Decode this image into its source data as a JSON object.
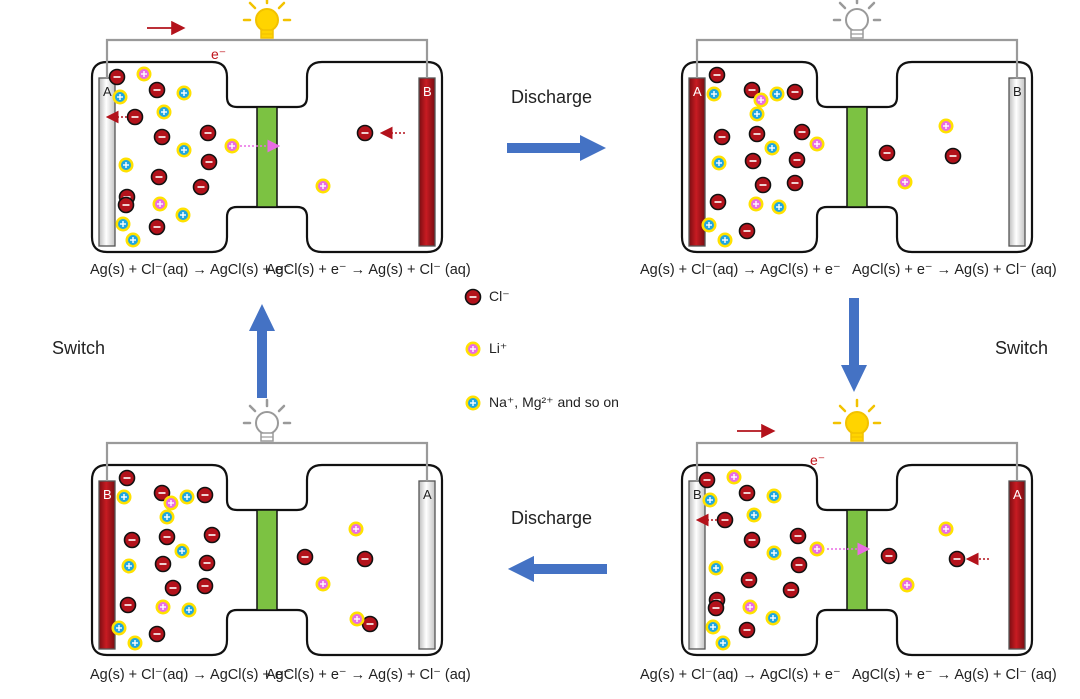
{
  "labels": {
    "discharge_top": "Discharge",
    "discharge_bottom": "Discharge",
    "switch_left": "Switch",
    "switch_right": "Switch"
  },
  "equation": {
    "oxidation": "Ag(s) + Cl⁻(aq) → AgCl(s) + e⁻",
    "reduction": "AgCl(s) + e⁻ → Ag(s) + Cl⁻ (aq)"
  },
  "electron_label": "e⁻",
  "legend": {
    "chloride": "Cl⁻",
    "lithium": "Li⁺",
    "others": "Na⁺, Mg²⁺ and so on"
  },
  "cells": [
    {
      "id": "top-left",
      "left_electrode": "A",
      "right_electrode": "B",
      "left_color": "white",
      "right_color": "red",
      "bulb_on": true,
      "current": "right"
    },
    {
      "id": "top-right",
      "left_electrode": "A",
      "right_electrode": "B",
      "left_color": "red",
      "right_color": "white",
      "bulb_on": false,
      "current": "none"
    },
    {
      "id": "bottom-right",
      "left_electrode": "B",
      "right_electrode": "A",
      "left_color": "white",
      "right_color": "red",
      "bulb_on": true,
      "current": "right"
    },
    {
      "id": "bottom-left",
      "left_electrode": "B",
      "right_electrode": "A",
      "left_color": "red",
      "right_color": "white",
      "bulb_on": false,
      "current": "none"
    }
  ],
  "colors": {
    "chloride": "#b3121b",
    "lithium": "#ffe100",
    "lithium_core": "#e96ce3",
    "sodium": "#ffe100",
    "sodium_core": "#1fa6e0",
    "membrane": "#7cc242",
    "arrow": "#4472c4",
    "electrode_red": "#b3121b",
    "wire": "#9a9a9a"
  }
}
